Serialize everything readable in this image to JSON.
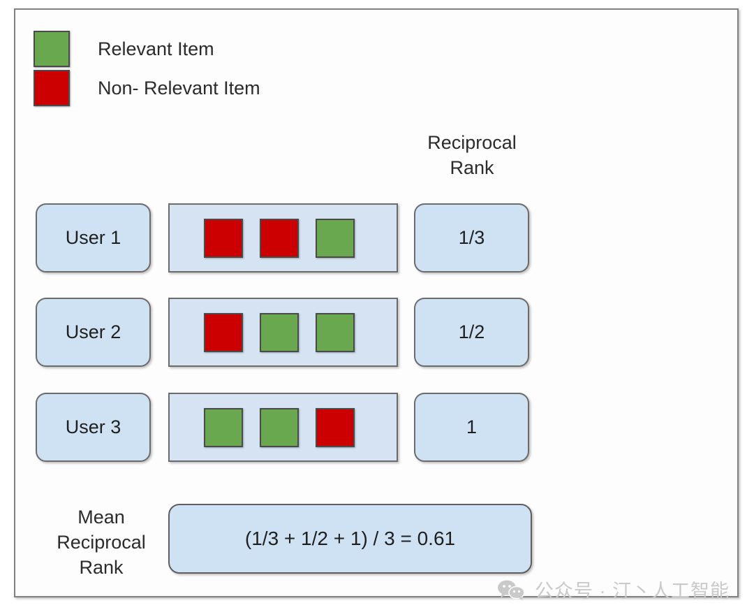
{
  "legend": {
    "items": [
      {
        "label": "Relevant Item",
        "color": "#6aa84f",
        "swatch": "green"
      },
      {
        "label": "Non- Relevant Item",
        "color": "#cc0000",
        "swatch": "red"
      }
    ]
  },
  "columns": {
    "reciprocal_rank_header_line1": "Reciprocal",
    "reciprocal_rank_header_line2": "Rank"
  },
  "rows": [
    {
      "user": "User 1",
      "items": [
        "red",
        "red",
        "green"
      ],
      "reciprocal_rank": "1/3"
    },
    {
      "user": "User 2",
      "items": [
        "red",
        "green",
        "green"
      ],
      "reciprocal_rank": "1/2"
    },
    {
      "user": "User 3",
      "items": [
        "green",
        "green",
        "red"
      ],
      "reciprocal_rank": "1"
    }
  ],
  "mean": {
    "label_line1": "Mean",
    "label_line2": "Reciprocal",
    "label_line3": "Rank",
    "formula": "(1/3 + 1/2 + 1) / 3 = 0.61"
  },
  "watermark": {
    "icon": "wechat-icon",
    "text": "公众号 · 汀丶人工智能"
  },
  "colors": {
    "relevant_green": "#6aa84f",
    "non_relevant_red": "#cc0000",
    "box_fill": "#cfe2f3",
    "panel_fill": "#d5e3f2",
    "border_gray": "#6b6b6b",
    "watermark_gray": "#c9c9c9"
  }
}
